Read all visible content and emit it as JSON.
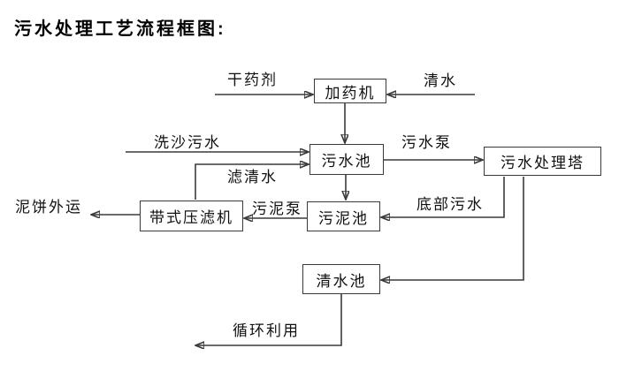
{
  "title": "污水处理工艺流程框图:",
  "diagram": {
    "nodes": {
      "dosing_machine": "加药机",
      "sewage_pool": "污水池",
      "treatment_tower": "污水处理塔",
      "belt_filter_press": "带式压滤机",
      "sludge_pool": "污泥池",
      "clean_water_pool": "清水池"
    },
    "labels": {
      "dry_agent": "干药剂",
      "clean_water": "清水",
      "sand_washing_sewage": "洗沙污水",
      "sewage_pump": "污水泵",
      "filtered_water": "滤清水",
      "sludge_pump": "污泥泵",
      "bottom_sewage": "底部污水",
      "mud_cake_out": "泥饼外运",
      "recycle_use": "循环利用"
    },
    "edges": [
      {
        "from": "干药剂",
        "to": "加药机"
      },
      {
        "from": "清水",
        "to": "加药机"
      },
      {
        "from": "加药机",
        "to": "污水池"
      },
      {
        "from": "洗沙污水",
        "to": "污水池"
      },
      {
        "from": "带式压滤机",
        "to": "污水池",
        "label": "滤清水"
      },
      {
        "from": "污水池",
        "to": "污水处理塔",
        "label": "污水泵"
      },
      {
        "from": "污水池",
        "to": "污泥池"
      },
      {
        "from": "污水处理塔",
        "to": "污泥池",
        "label": "底部污水"
      },
      {
        "from": "污泥池",
        "to": "带式压滤机",
        "label": "污泥泵"
      },
      {
        "from": "带式压滤机",
        "to": "泥饼外运"
      },
      {
        "from": "污水处理塔",
        "to": "清水池"
      },
      {
        "from": "清水池",
        "to": "循环利用"
      }
    ],
    "colors": {
      "line": "#3a3a3a",
      "box_border": "#3a3a3a",
      "box_fill": "#ffffff",
      "text": "#111111"
    }
  }
}
